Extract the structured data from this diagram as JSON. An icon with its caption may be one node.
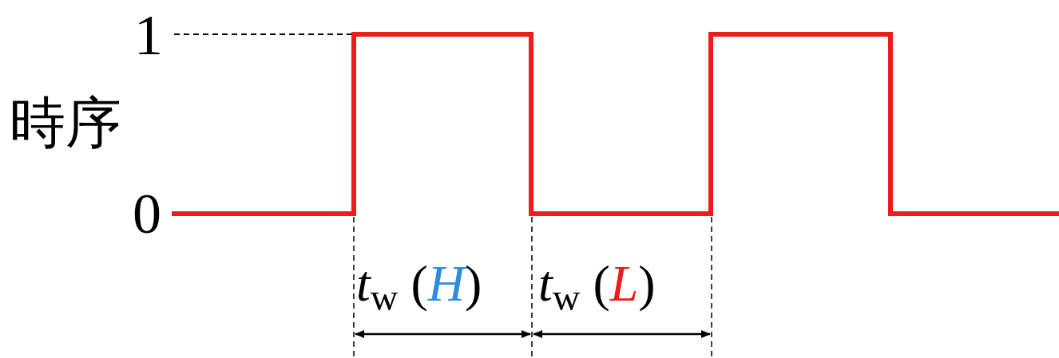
{
  "diagram": {
    "labels": [
      "1",
      "時序",
      "0",
      "*t*$_{w}$ (*H*)",
      "*t*$_{w}$ (*L*)"
    ]
  }
}
